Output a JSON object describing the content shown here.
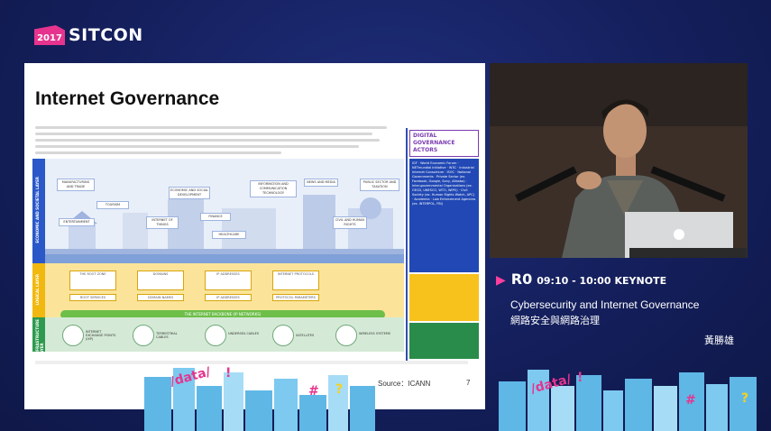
{
  "logo": {
    "year": "2017",
    "name": "SITCON"
  },
  "slide": {
    "title": "Internet Governance",
    "actors_title": "DIGITAL GOVERNANCE ACTORS",
    "actors_text": "IGF · World Economic Forum · NETmundial Initiative · W3C · Industrial Internet Consortium · ISOC · National Governments · Private Sector (ex. Facebook, Google, Sony, Alibaba) · Inter-governmental Organizations (ex. OECD, UNESCO, WTO, WIPO) · Civil Society (ex. Human Rights Watch, APC) · Academia · Law Enforcement Agencies (ex. INTERPOL, FBI)",
    "layers": {
      "economic": "ECONOMIC AND SOCIETAL LAYER",
      "logical": "LOGICAL LAYER",
      "infrastructure": "INFRASTRUCTURE LAYER"
    },
    "economic_boxes": [
      "MANUFACTURING AND TRADE",
      "TOURISM",
      "ECONOMIC AND SOCIAL DEVELOPMENT",
      "INTERNET OF THINGS",
      "FINANCE",
      "INFORMATION AND COMMUNICATION TECHNOLOGY",
      "NEWS AND MEDIA",
      "PUBLIC SECTOR AND TAXATION",
      "ENTERTAINMENT",
      "HEALTHCARE",
      "CIVIL AND HUMAN RIGHTS"
    ],
    "logical_boxes": [
      "THE ROOT ZONE",
      "DOMAINS",
      "IP ADDRESSES",
      "INTERNET PROTOCOLS",
      "ROOT SERVICES",
      "DOMAIN NAMES",
      "IP ADDRESSES",
      "PROTOCOL PARAMETERS"
    ],
    "backbone": "THE INTERNET BACKBONE (IP NETWORKS)",
    "infra_items": [
      "INTERNET EXCHANGE POINTS (IXP)",
      "TERRESTRIAL CABLES",
      "UNDERSEA CABLES",
      "SATELLITES",
      "WIRELESS SYSTEMS"
    ],
    "source": "Source：ICANN",
    "page": "7"
  },
  "session": {
    "room": "R0",
    "time": "09:10 - 10:00",
    "track": "KEYNOTE",
    "title_en": "Cybersecurity and Internet Governance",
    "title_zh": "網路安全與網路治理",
    "speaker": "黃勝雄"
  },
  "colors": {
    "background": "#141f5c",
    "brand_pink": "#e6348e",
    "economic_layer": "#2a58c8",
    "logical_layer": "#f1b80f",
    "infra_layer": "#2e9a4f"
  }
}
